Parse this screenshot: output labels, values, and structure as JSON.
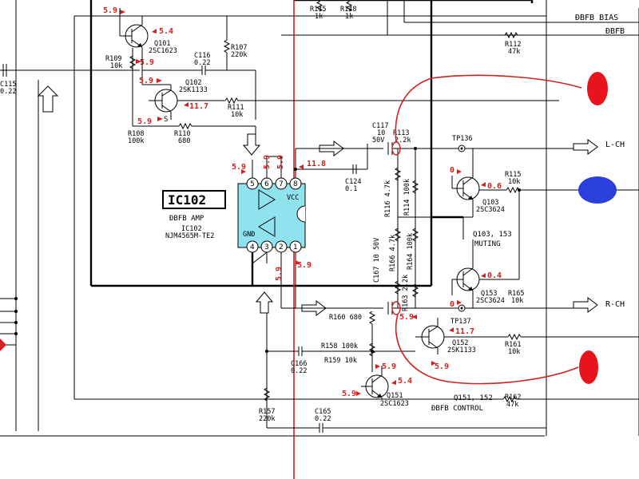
{
  "ic": {
    "title": "IC102",
    "desc": "ƉBFB AMP",
    "ref": "IC102",
    "part": "NJM4565M-TE2",
    "vcc": "VCC",
    "gnd": "GNĐ",
    "pins_top": [
      "5",
      "6",
      "7",
      "8"
    ],
    "pins_bottom": [
      "4",
      "3",
      "2",
      "1"
    ]
  },
  "signals": {
    "bias": "ĐBFB BIAS",
    "dbfb": "ĐBFB",
    "lch": "L-CH",
    "rch": "R-CH",
    "muting": "MUTING",
    "muting_ref": "Q103, 153",
    "control": "ĐBFB CONTROL",
    "control_ref": "Q151, 152"
  },
  "transistors": {
    "q101": [
      "Q101",
      "2SC1623"
    ],
    "q102": [
      "Q102",
      "2SK1133"
    ],
    "q103": [
      "Q103",
      "2SC3624"
    ],
    "q153": [
      "Q153",
      "2SC3624"
    ],
    "q152": [
      "Q152",
      "2SK1133"
    ],
    "q151": [
      "Q151",
      "2SC1623"
    ],
    "s_label": "S"
  },
  "resistors": {
    "r145": [
      "R145",
      "1k"
    ],
    "r148": [
      "R148",
      "1k"
    ],
    "r112": [
      "R112",
      "47k"
    ],
    "r107": [
      "R107",
      "220k"
    ],
    "r109": [
      "R109",
      "10k"
    ],
    "r111": [
      "R111",
      "10k"
    ],
    "r108": [
      "R108",
      "100k"
    ],
    "r110": [
      "R110",
      "680"
    ],
    "r113": [
      "R113",
      "2.2k"
    ],
    "r116": "R116 4.7k",
    "r114": "R114 100k",
    "r115": [
      "R115",
      "10k"
    ],
    "r166": "R166 4.7k",
    "r164": "R164 100k",
    "r163": "R163 2.2k",
    "r165": [
      "R165",
      "10k"
    ],
    "r160": "R160 680",
    "r158": "R158 100k",
    "r159": "R159 10k",
    "r161": [
      "R161",
      "10k"
    ],
    "r157": [
      "R157",
      "220k"
    ],
    "r162": [
      "R162",
      "47k"
    ]
  },
  "capacitors": {
    "c115": [
      "C115",
      "0.22"
    ],
    "c116": [
      "C116",
      "0.22"
    ],
    "c117": [
      "C117",
      "10",
      "50V"
    ],
    "c124": [
      "C124",
      "0.1"
    ],
    "c167": "C167 10 50V",
    "c166": [
      "C166",
      "0.22"
    ],
    "c165": [
      "C165",
      "0.22"
    ]
  },
  "testpoints": {
    "tp136": "TP136",
    "tp137": "TP137"
  },
  "voltages": {
    "q101_b": "5.9",
    "q101_c": "5.4",
    "q101_e": "5.9",
    "q102_g": "5.9",
    "q102_d": "11.7",
    "q102_s": "5.9",
    "pin5": "5.9",
    "pin7": "5.9",
    "pin6": "5.9",
    "pin8": "11.8",
    "pin3": "5.9",
    "pin1": "5.9",
    "q103_b": "0",
    "q103_e": "0.6",
    "q153_e": "0.4",
    "q153_b": "0",
    "q152_s": "5.9",
    "q152_d": "11.7",
    "q152_g": "5.9",
    "q151_b": "5.9",
    "q151_c": "5.4",
    "q151_e": "5.9",
    "top": "5.9"
  },
  "colors": {
    "red_marker": "#e8141c",
    "blue_marker": "#2b3fdc",
    "ic_fill": "#8ee3ef",
    "trace": "#d1201e"
  }
}
